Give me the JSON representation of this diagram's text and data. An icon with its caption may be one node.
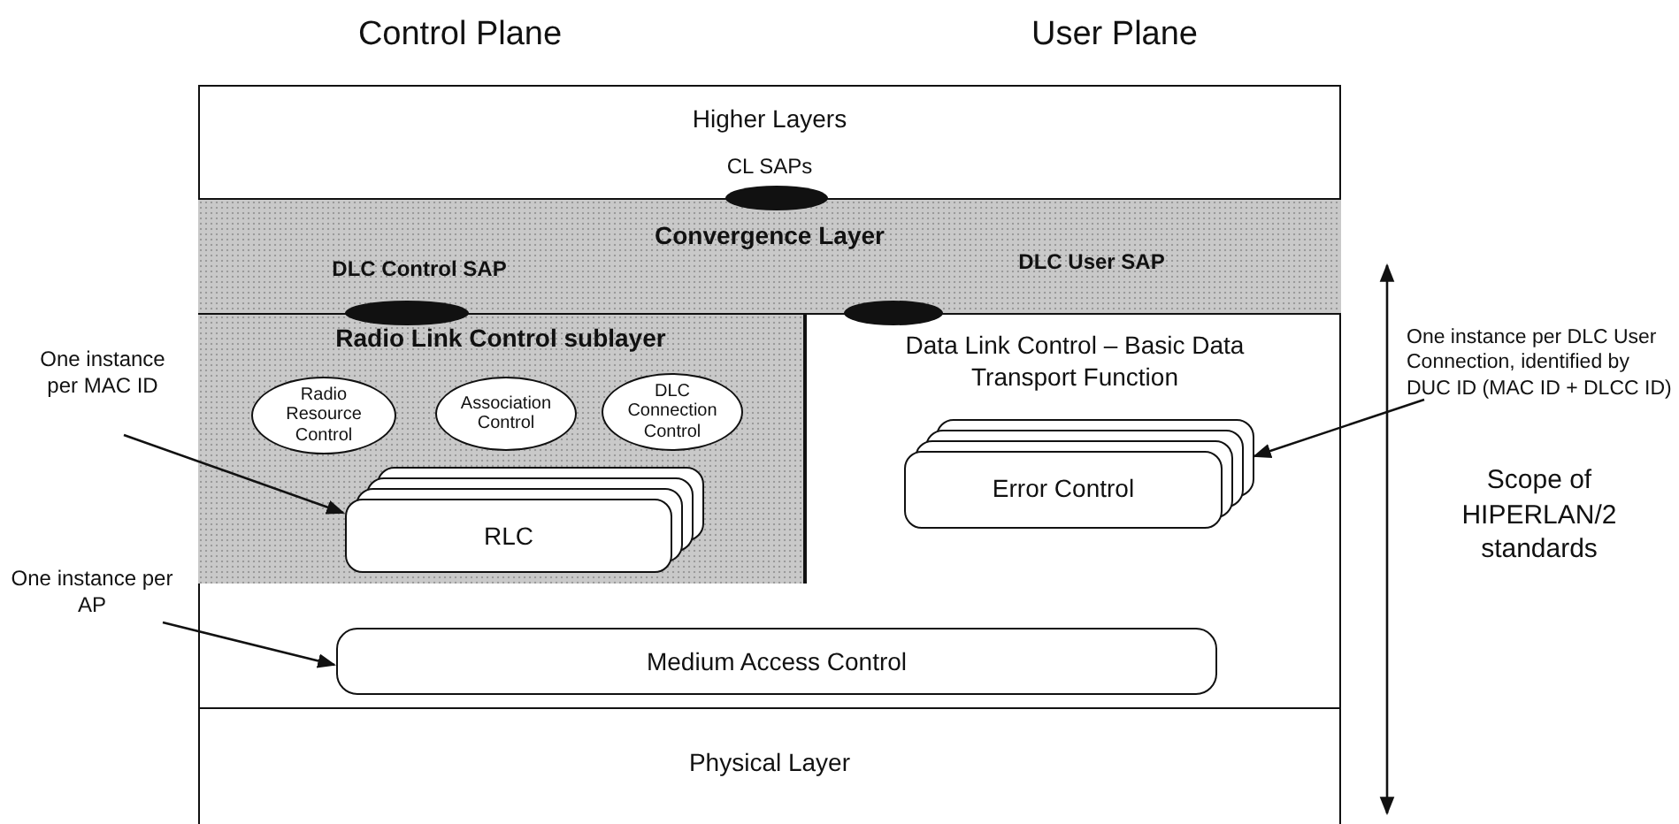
{
  "diagram": {
    "nodes": [
      {
        "text": [
          "Higher Layers",
          "CL SAPs"
        ]
      },
      {
        "text": [
          "Convergence Layer",
          "DLC Control SAP",
          "DLC User SAP"
        ]
      },
      {
        "text": [
          "Radio Link Control sublayer"
        ]
      },
      {
        "text": [
          "Radio Resource Control"
        ],
        "in": 2
      },
      {
        "text": [
          "Association Control"
        ],
        "in": 2
      },
      {
        "text": [
          "DLC Connection Control"
        ],
        "in": 2
      },
      {
        "text": [
          "One instance per MAC ID"
        ]
      },
      {
        "text": [
          "RLC"
        ],
        "in": 2
      },
      {
        "text": [
          "Data Link Control – Basic Data Transport Function"
        ]
      },
      {
        "text": [
          "One instance per DLC User Connection, identified by DUC ID (MAC ID + DLCC ID)"
        ]
      },
      {
        "text": [
          "Error Control"
        ],
        "in": 8
      },
      {
        "text": [
          "One instance per AP"
        ]
      },
      {
        "text": [
          "Medium Access Control"
        ]
      },
      {
        "text": [
          "Physical Layer"
        ]
      }
    ],
    "edges": [
      {
        "from": 6,
        "to": 7,
        "arrow": "to"
      },
      {
        "from": 9,
        "to": 10,
        "arrow": "to"
      },
      {
        "from": 11,
        "to": 12,
        "arrow": "to"
      }
    ],
    "labels": [
      "Control Plane",
      "User Plane",
      "Scope of HIPERLAN/2 standards"
    ]
  }
}
